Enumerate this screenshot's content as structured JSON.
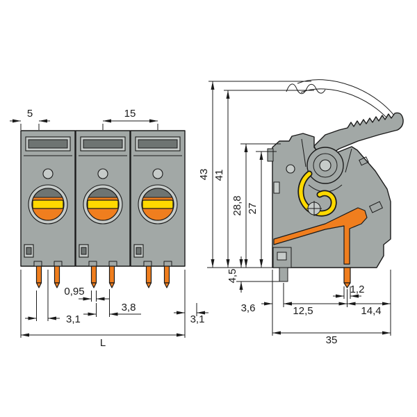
{
  "colors": {
    "bg": "#ffffff",
    "outline": "#1a1a1a",
    "body": "#a2a8a6",
    "body_light": "#c6cbc9",
    "body_dark": "#6e7472",
    "orange": "#f07e1e",
    "yellow": "#ffd900"
  },
  "front_view": {
    "dims": {
      "edge_to_pin": "5",
      "pitch": "15",
      "pin_thickness": "0,95",
      "pin_gap": "3,8",
      "pin_offset": "3,1",
      "length": "L",
      "rear_offset": "3,1"
    }
  },
  "side_view": {
    "dims": {
      "height_open": "43",
      "height_lever": "41",
      "height_clamp": "28,8",
      "height_body": "27",
      "pin_length": "4,5",
      "peg_offset": "3,6",
      "pin_spacing": "12,5",
      "pin_width": "1,2",
      "pin_to_edge": "14,4",
      "depth": "35"
    }
  }
}
